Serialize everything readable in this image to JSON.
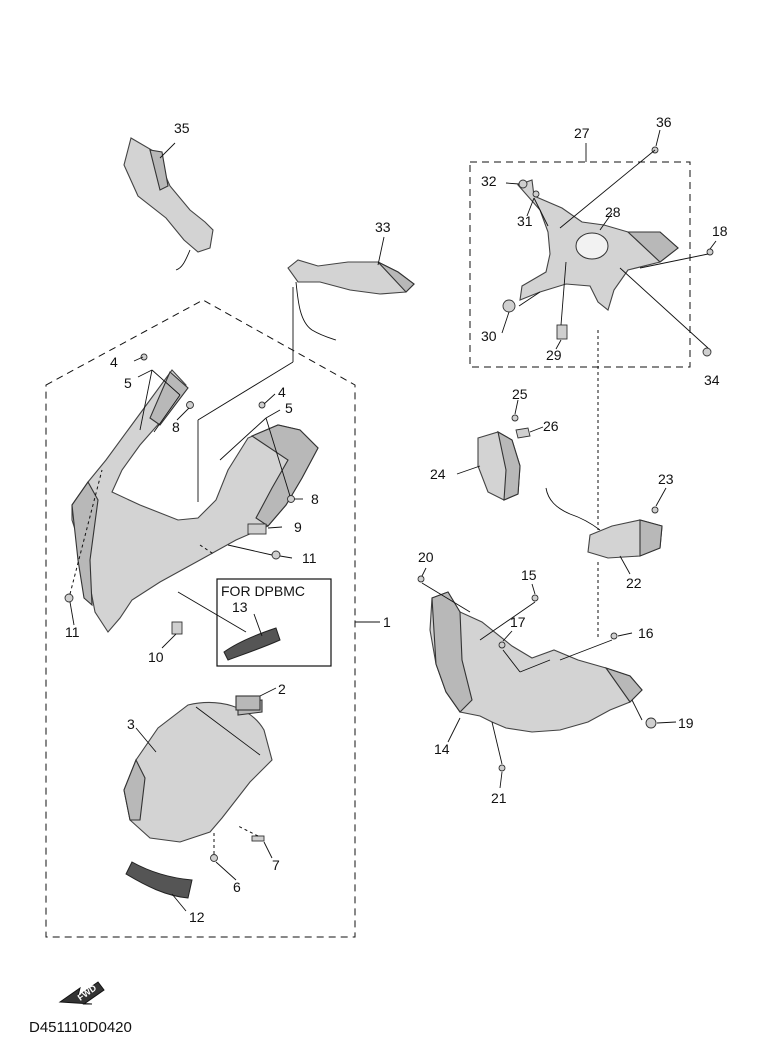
{
  "diagram": {
    "box_title": "FOR DPBMC",
    "drawing_code": "D451110D0420",
    "fwd_label": "FWD",
    "labels": {
      "l1": "1",
      "l2": "2",
      "l3": "3",
      "l4a": "4",
      "l4b": "4",
      "l5a": "5",
      "l5b": "5",
      "l6": "6",
      "l7": "7",
      "l8a": "8",
      "l8b": "8",
      "l9": "9",
      "l10": "10",
      "l11a": "11",
      "l11b": "11",
      "l12": "12",
      "l13": "13",
      "l14": "14",
      "l15": "15",
      "l16": "16",
      "l17": "17",
      "l18": "18",
      "l19": "19",
      "l20": "20",
      "l21": "21",
      "l22": "22",
      "l23": "23",
      "l24": "24",
      "l25": "25",
      "l26": "26",
      "l27": "27",
      "l28": "28",
      "l29": "29",
      "l30": "30",
      "l31": "31",
      "l32": "32",
      "l33": "33",
      "l34": "34",
      "l35": "35",
      "l36": "36"
    }
  }
}
